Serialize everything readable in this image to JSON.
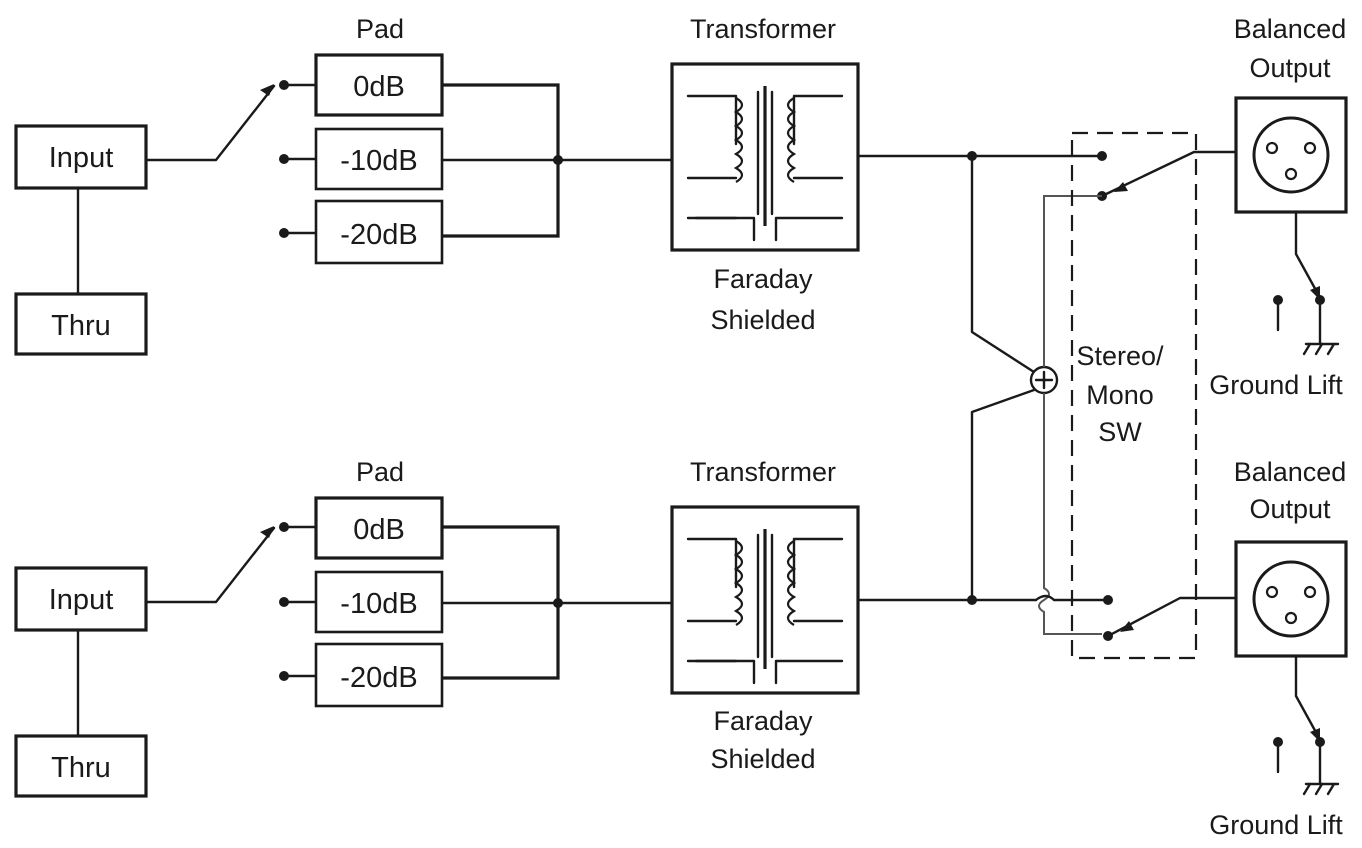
{
  "channels": [
    {
      "input_label": "Input",
      "thru_label": "Thru",
      "pad_title": "Pad",
      "pad_options": [
        "0dB",
        "-10dB",
        "-20dB"
      ],
      "transformer_title": "Transformer",
      "transformer_note_line1": "Faraday",
      "transformer_note_line2": "Shielded",
      "output_title_line1": "Balanced",
      "output_title_line2": "Output",
      "ground_lift_label": "Ground Lift"
    },
    {
      "input_label": "Input",
      "thru_label": "Thru",
      "pad_title": "Pad",
      "pad_options": [
        "0dB",
        "-10dB",
        "-20dB"
      ],
      "transformer_title": "Transformer",
      "transformer_note_line1": "Faraday",
      "transformer_note_line2": "Shielded",
      "output_title_line1": "Balanced",
      "output_title_line2": "Output",
      "ground_lift_label": "Ground Lift"
    }
  ],
  "stereo_mono_switch": {
    "label_line1": "Stereo/",
    "label_line2": "Mono",
    "label_line3": "SW"
  },
  "summing_node_icon": "plus-circle-icon",
  "colors": {
    "line": "#1a1a1a",
    "background": "#ffffff"
  }
}
